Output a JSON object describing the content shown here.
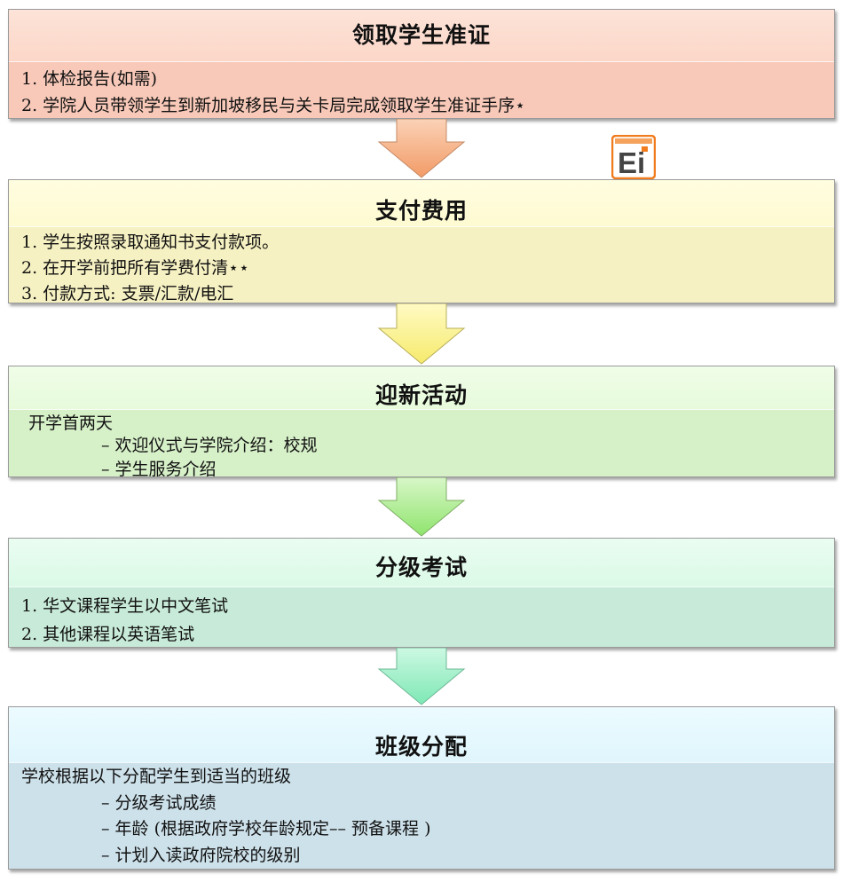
{
  "steps": [
    {
      "title": "领取学生准证",
      "lines": [
        "1. 体检报告(如需)",
        "2. 学院人员带领学生到新加坡移民与关卡局完成领取学生准证手序⋆"
      ]
    },
    {
      "title": "支付费用",
      "lines": [
        "1. 学生按照录取通知书支付款项。",
        "2. 在开学前把所有学费付清⋆⋆",
        "3. 付款方式: 支票/汇款/电汇"
      ]
    },
    {
      "title": "迎新活动",
      "lines": [
        "开学首两天",
        "– 欢迎仪式与学院介绍：校规",
        "– 学生服务介绍"
      ]
    },
    {
      "title": "分级考试",
      "lines": [
        "1. 华文课程学生以中文笔试",
        "2. 其他课程以英语笔试"
      ]
    },
    {
      "title": "班级分配",
      "lines": [
        "学校根据以下分配学生到适当的班级",
        "– 分级考试成绩",
        "– 年龄 (根据政府学校年龄规定–– 预备课程 )",
        "– 计划入读政府院校的级别"
      ]
    }
  ],
  "logo": {
    "text": "Ei",
    "accent": "#f07c1e"
  },
  "colors": {
    "arrow1": "#f6a777",
    "arrow2": "#fbf08a",
    "arrow3": "#a5ec8b",
    "arrow4": "#96f0c4"
  }
}
